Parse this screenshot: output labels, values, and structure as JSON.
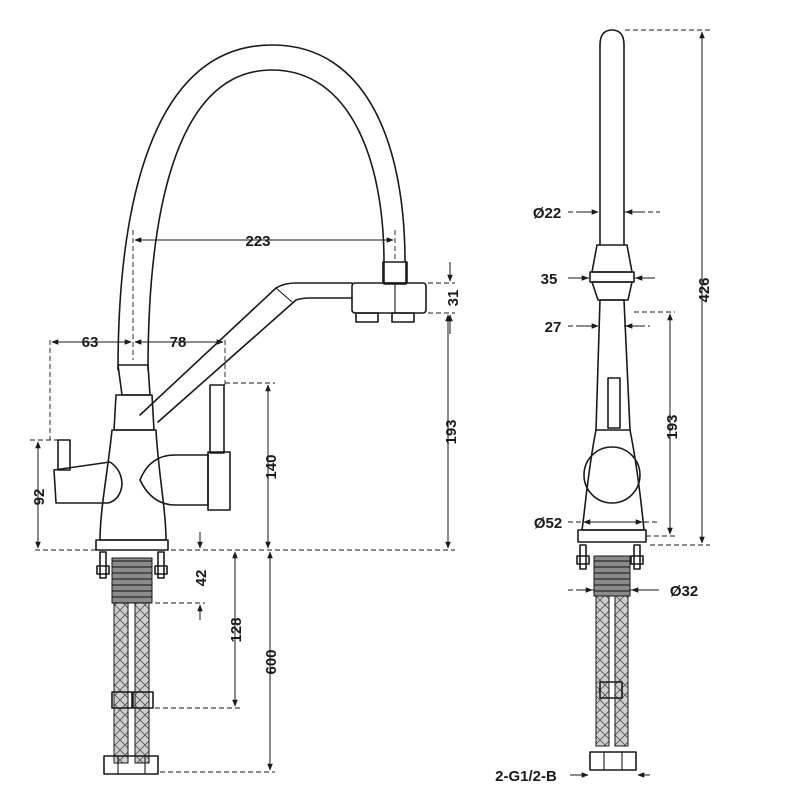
{
  "dimensions": {
    "front": {
      "spread": "223",
      "spout_height": "31",
      "offset_left": "63",
      "offset_right": "78",
      "handle_height": "92",
      "body_height": "140",
      "total_height": "193",
      "shank_top": "42",
      "shank_length": "128",
      "hose_length": "600"
    },
    "side": {
      "spout_diameter": "Ø22",
      "collar_width": "35",
      "neck_width": "27",
      "body_height": "193",
      "total_height": "426",
      "base_diameter": "Ø52",
      "shank_diameter": "Ø32",
      "thread": "2-G1/2-B"
    }
  }
}
